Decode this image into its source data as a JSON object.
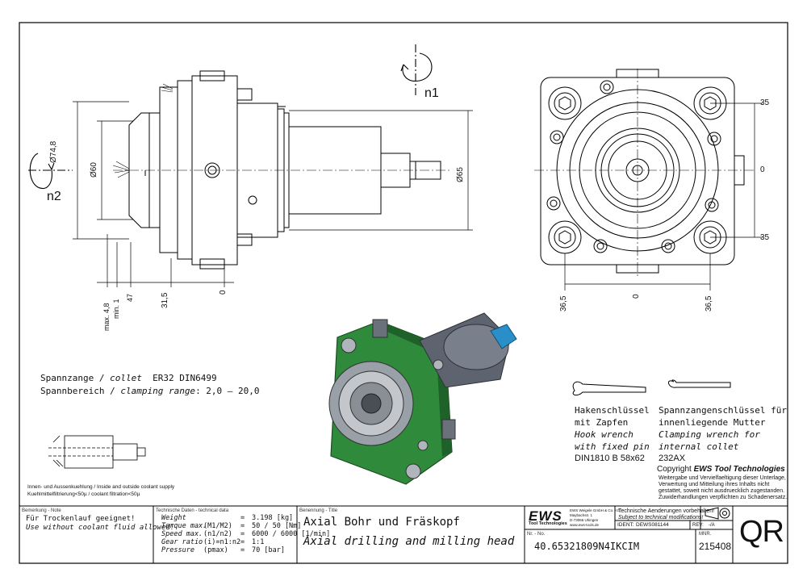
{
  "drawing": {
    "rotation_labels": {
      "n1": "n1",
      "n2": "n2"
    },
    "dims_side": {
      "d74": "Ø74,8",
      "d60": "Ø60",
      "d65": "Ø65",
      "max48": "max. 4,8",
      "min1": "min. 1",
      "d47": "47",
      "d315": "31,5",
      "zero": "0"
    },
    "dims_front": {
      "r35a": "35",
      "r0": "0",
      "r35b": "35",
      "b365a": "36,5",
      "b0": "0",
      "b365b": "36,5"
    }
  },
  "spec": {
    "line1_a": "Spannzange / ",
    "line1_b": "collet",
    "line1_c": "ER32   DIN6499",
    "line2_a": "Spannbereich / ",
    "line2_b": "clamping range",
    "line2_c": ": 2,0 – 20,0"
  },
  "coolant": {
    "line1": "Innen- und Aussenkuehlung / Inside and outside coolant supply",
    "line2": "Kuehlmittelfiltrierung<50µ / coolant filtration<50µ"
  },
  "tools": {
    "hook": [
      "Hakenschlüssel",
      "mit Zapfen",
      "Hook wrench",
      "with fixed pin",
      "DIN1810 B 58x62"
    ],
    "clamp": [
      "Spannzangenschlüssel für",
      "innenliegende Mutter",
      "Clamping wrench for",
      "internal collet",
      "232AX"
    ]
  },
  "copyright": {
    "title_a": "Copyright ",
    "title_b": "EWS Tool Technologies",
    "lines": [
      "Weitergabe und Vervielfaeltigung dieser Unterlage,",
      "Verwertung und Mitteilung ihres Inhalts nicht",
      "gestattet, soweit nicht ausdruecklich zugestanden.",
      "Zuwiderhandlungen verpflichten zu Schadenersatz."
    ]
  },
  "titleblock": {
    "remark_label": "Bemerkung - Note",
    "remark_de": "Für Trockenlauf geeignet!",
    "remark_en": "Use without coolant fluid allowed!",
    "tech_label": "Technische Daten - technical data",
    "tech_rows": [
      {
        "label": "Weight",
        "sym": "",
        "eq": "=",
        "value": "3.198 [kg]"
      },
      {
        "label": "Torque max.",
        "sym": "(M1/M2)",
        "eq": "=",
        "value": "50 / 50 [Nm]"
      },
      {
        "label": "Speed max.",
        "sym": "(n1/n2)",
        "eq": "=",
        "value": "6000 / 6000 [1/min]"
      },
      {
        "label": "Gear ratio",
        "sym": "(i)=n1:n2",
        "eq": "=",
        "value": "1:1"
      },
      {
        "label": "Pressure",
        "sym": "(pmax)",
        "eq": "=",
        "value": "70 [bar]"
      }
    ],
    "name_label": "Benennung - Title",
    "title_de": "Axial Bohr und Fräskopf",
    "title_en": "Axial drilling and milling head",
    "logo": "EWS",
    "logo_sub": "Tool Technologies",
    "company_lines": [
      "EWS Weigele GmbH & Co. KG",
      "Maybachstr. 1",
      "D-73066 Uhingen",
      "www.ews-tools.de"
    ],
    "change_note_de": "Technische Aenderungen vorbehalten!",
    "change_note_en": "Subject to technical modifications!",
    "ident_label": "IDENT:",
    "ident_value": "DEWS081144",
    "rev_label": "REV:",
    "rev_value": "-/A",
    "nr_label": "Nr. - No.",
    "part_no": "40.65321809N4IKCIM",
    "mnr_label": "MNR.",
    "mnr_value": "215408",
    "qr": "QR"
  }
}
